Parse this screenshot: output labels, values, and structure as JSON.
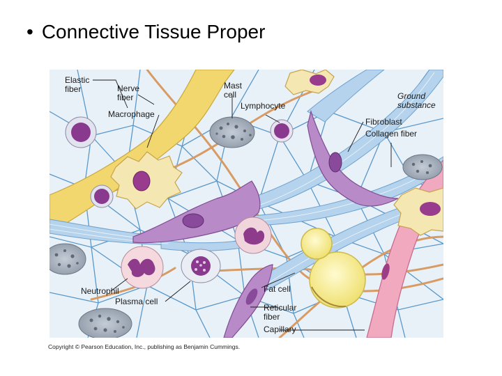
{
  "slide": {
    "bullet": "•",
    "title": "Connective Tissue Proper"
  },
  "figure": {
    "labels": {
      "elastic_fiber": [
        "Elastic",
        "fiber"
      ],
      "nerve_fiber": [
        "Nerve",
        "fiber"
      ],
      "macrophage": "Macrophage",
      "mast_cell": [
        "Mast",
        "cell"
      ],
      "lymphocyte": "Lymphocyte",
      "ground_substance": [
        "Ground",
        "substance"
      ],
      "fibroblast": "Fibroblast",
      "collagen_fiber": "Collagen fiber",
      "neutrophil": "Neutrophil",
      "plasma_cell": "Plasma cell",
      "fat_cell": "Fat cell",
      "reticular_fiber": [
        "Reticular",
        "fiber"
      ],
      "capillary": "Capillary"
    },
    "colors": {
      "background": "#e9f1f8",
      "reticular": "#4a90c8",
      "elastic": "#d9a06a",
      "nerve": "#f0d66a",
      "collagen": "#a9cbe8",
      "fibroblast": "#b98ac8",
      "fat": "#f7ef9a",
      "nucleus": "#8a3a8e",
      "capillary": "#f0a7bd"
    }
  },
  "copyright": "Copyright © Pearson Education, Inc., publishing as Benjamin Cummings."
}
